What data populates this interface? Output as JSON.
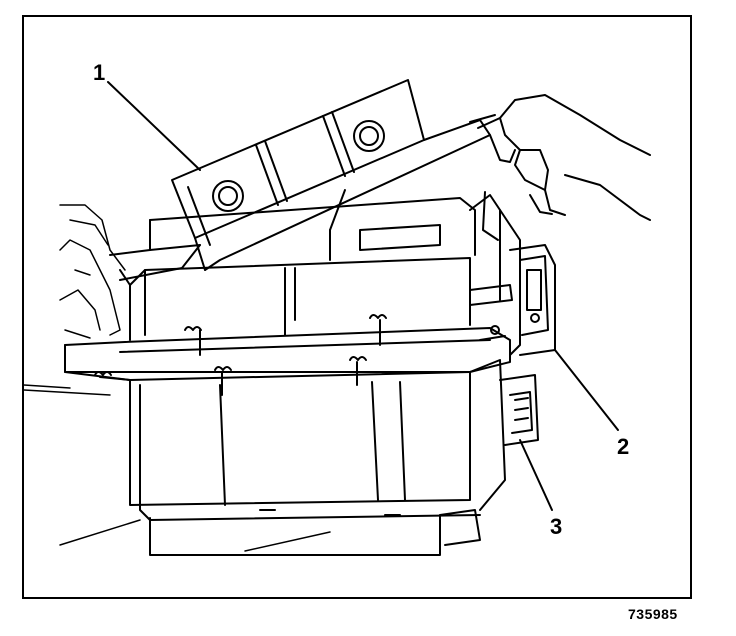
{
  "callouts": [
    {
      "label": "1"
    },
    {
      "label": "2"
    },
    {
      "label": "3"
    }
  ],
  "figure_number": "735985",
  "colors": {
    "line": "#000000",
    "background": "#ffffff"
  }
}
